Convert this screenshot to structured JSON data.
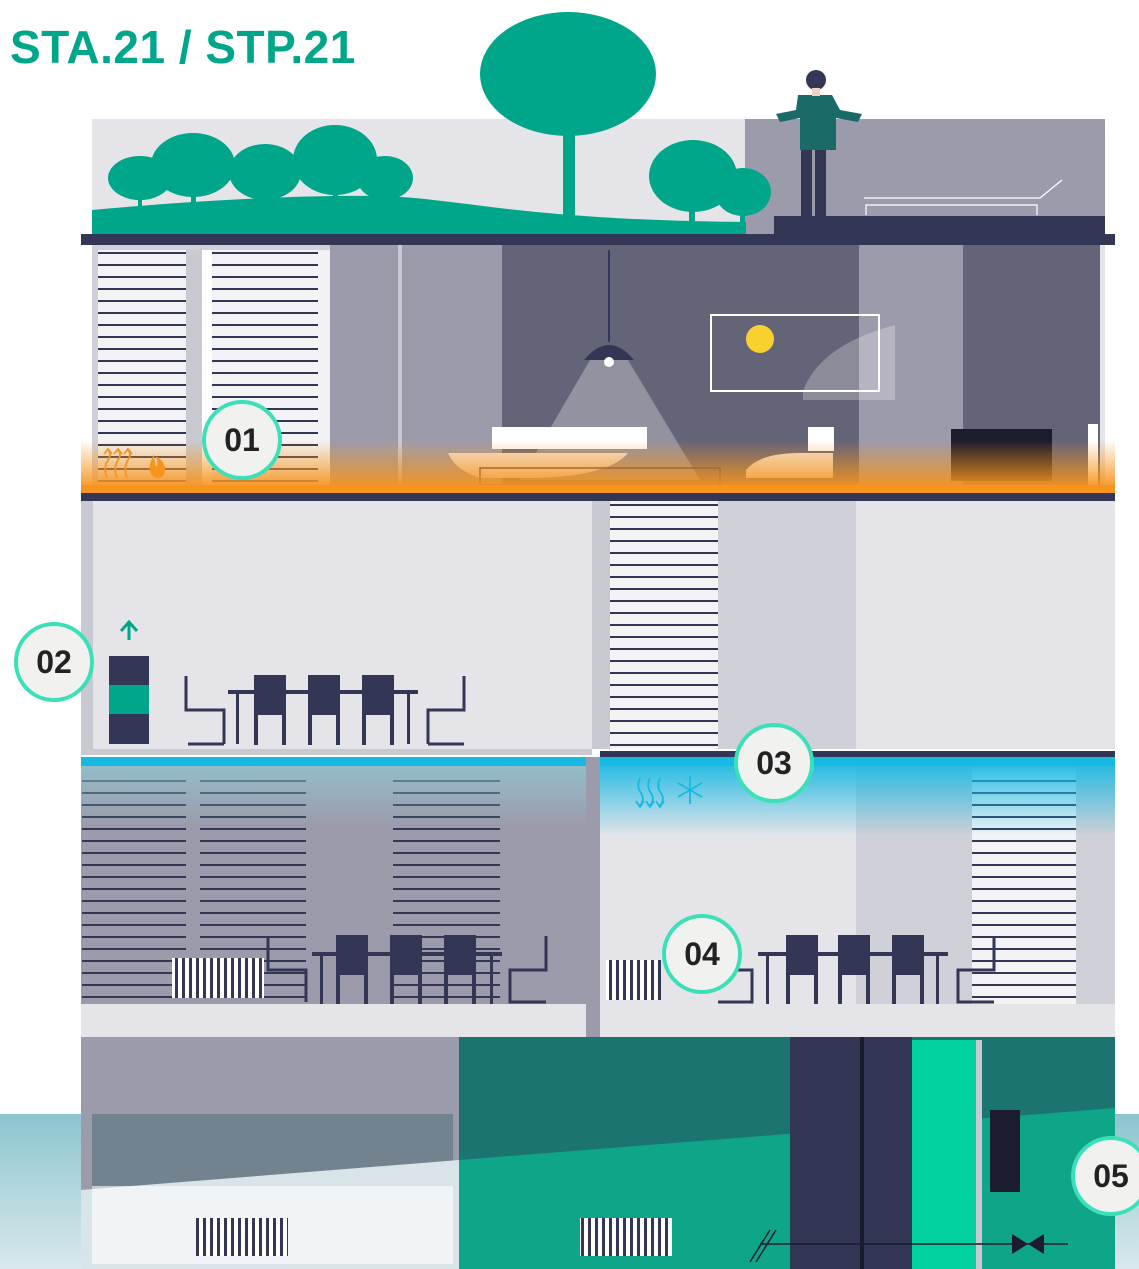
{
  "title": "STA.21 / STP.21",
  "markers": [
    "01",
    "02",
    "03",
    "04",
    "05"
  ],
  "icons": {
    "heating": "heat-flame-icon",
    "cooling": "cold-snowflake-icon",
    "flow_up": "up-arrow-icon",
    "valve": "valve-icon"
  },
  "colors": {
    "brand_green": "#00a68a",
    "badge_ring": "#3ce0b8",
    "heating_orange": "#f7941d",
    "cooling_blue": "#17b9e3",
    "dark_navy": "#333654",
    "basement_teal": "#1b746f"
  }
}
